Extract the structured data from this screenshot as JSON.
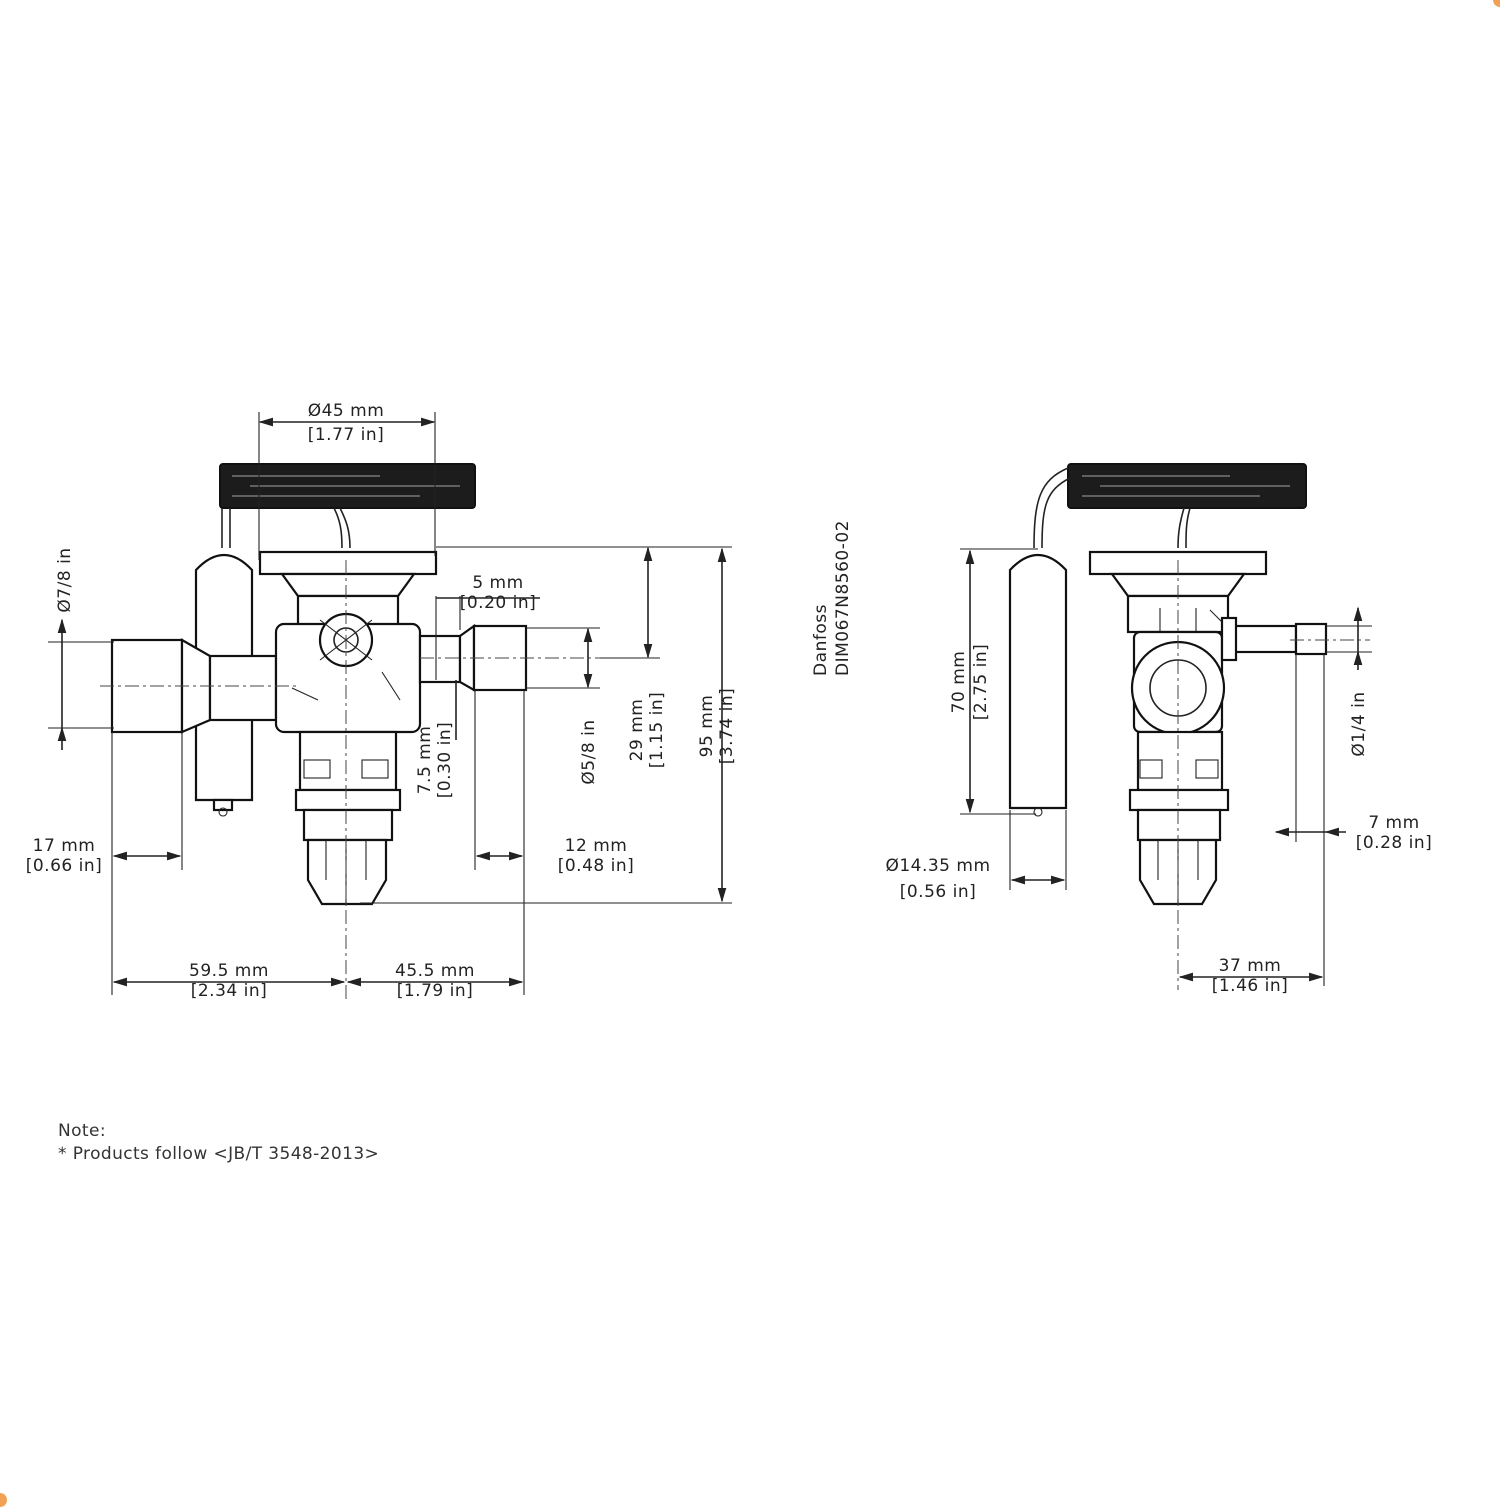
{
  "dimensions": {
    "diaphragm_diameter": {
      "mm": "Ø45 mm",
      "in": "[1.77 in]"
    },
    "inlet_diameter": {
      "in": "Ø7/8 in"
    },
    "outlet_diameter": {
      "in": "Ø5/8 in"
    },
    "equalizer_diameter": {
      "in": "Ø1/4 in"
    },
    "bulb_diameter": {
      "mm": "Ø14.35 mm",
      "in": "[0.56 in]"
    },
    "dim_5": {
      "mm": "5 mm",
      "in": "[0.20 in]"
    },
    "dim_7_5": {
      "mm": "7.5 mm",
      "in": "[0.30 in]"
    },
    "dim_29": {
      "mm": "29 mm",
      "in": "[1.15 in]"
    },
    "dim_95": {
      "mm": "95 mm",
      "in": "[3.74 in]"
    },
    "dim_17": {
      "mm": "17 mm",
      "in": "[0.66 in]"
    },
    "dim_12": {
      "mm": "12 mm",
      "in": "[0.48 in]"
    },
    "dim_59_5": {
      "mm": "59.5 mm",
      "in": "[2.34 in]"
    },
    "dim_45_5": {
      "mm": "45.5 mm",
      "in": "[1.79 in]"
    },
    "dim_70": {
      "mm": "70 mm",
      "in": "[2.75 in]"
    },
    "dim_7": {
      "mm": "7 mm",
      "in": "[0.28 in]"
    },
    "dim_37": {
      "mm": "37 mm",
      "in": "[1.46 in]"
    }
  },
  "drawing_ref": {
    "company": "Danfoss",
    "number": "DIM067N8560-02"
  },
  "note": {
    "title": "Note:",
    "line1": "* Products follow <JB/T 3548-2013>"
  },
  "colors": {
    "corner_accent": "#f2a154",
    "line": "#222222"
  }
}
